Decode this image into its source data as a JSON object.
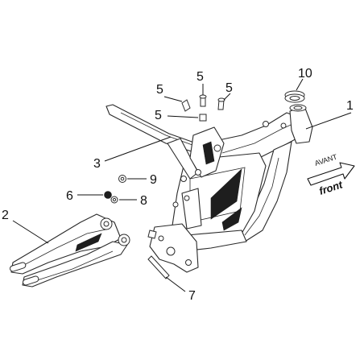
{
  "callouts": {
    "c1": "1",
    "c2": "2",
    "c3": "3",
    "c5a": "5",
    "c5b": "5",
    "c5c": "5",
    "c5d": "5",
    "c6": "6",
    "c7": "7",
    "c8": "8",
    "c9": "9",
    "c10": "10"
  },
  "direction": {
    "label_top": "AVANT",
    "label_bottom": "front"
  },
  "colors": {
    "line": "#2a2a2a",
    "shade": "#1e1e1e",
    "background": "#ffffff"
  }
}
